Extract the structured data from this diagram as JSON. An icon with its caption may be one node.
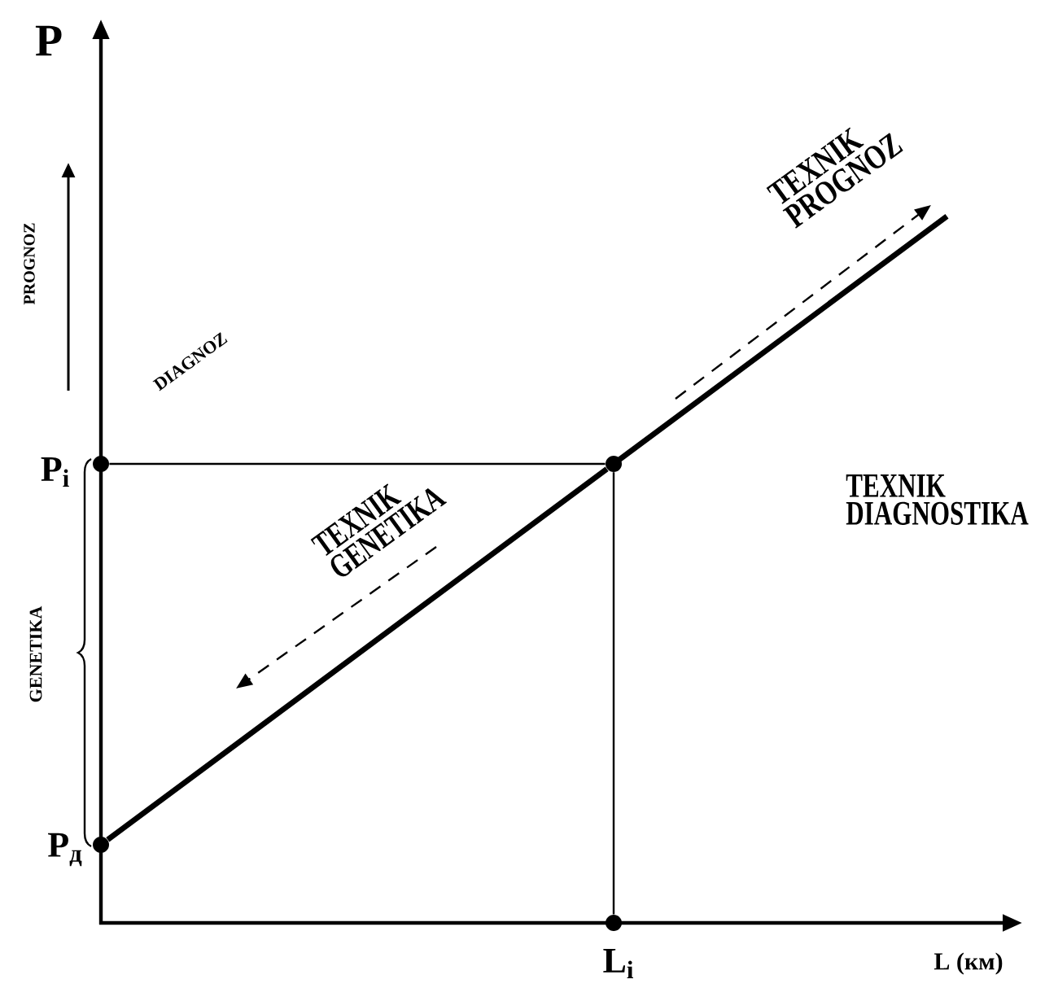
{
  "diagram": {
    "nodes": [
      {
        "text": [],
        "shape": "circle",
        "beside": [
          "P$_{i}$"
        ]
      },
      {
        "text": [],
        "shape": "circle"
      },
      {
        "text": [],
        "shape": "circle",
        "beside": [
          "P$_{д}$"
        ]
      },
      {
        "text": [],
        "shape": "circle",
        "beside": [
          "L$_{i}$"
        ]
      }
    ],
    "edges": [
      {
        "from": 0,
        "to": 1,
        "arrow": "none"
      },
      {
        "from": 1,
        "to": 3,
        "arrow": "none"
      },
      {
        "from": 2,
        "to": 1,
        "arrow": "none",
        "style": "thick"
      }
    ],
    "labels": [
      "P",
      "PROGNOZ",
      "DIAGNOZ",
      "TEXNIK PROGNOZ",
      "TEXNIK DIAGNOSTIKA",
      "TEXNIK GENETIKA",
      "GENETIKA",
      "L (км)"
    ]
  }
}
